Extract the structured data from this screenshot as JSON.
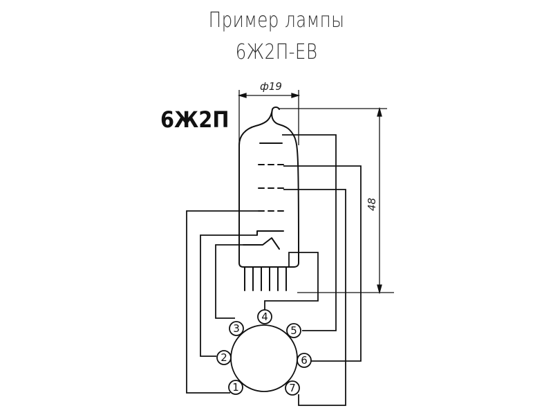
{
  "title": {
    "line1": "Пример лампы",
    "line2": "6Ж2П-ЕВ"
  },
  "tube": {
    "label": "6Ж2П"
  },
  "dimensions": {
    "diameter": "ф19",
    "height": "48"
  },
  "socket": {
    "pins": [
      "1",
      "2",
      "3",
      "4",
      "5",
      "6",
      "7"
    ]
  }
}
